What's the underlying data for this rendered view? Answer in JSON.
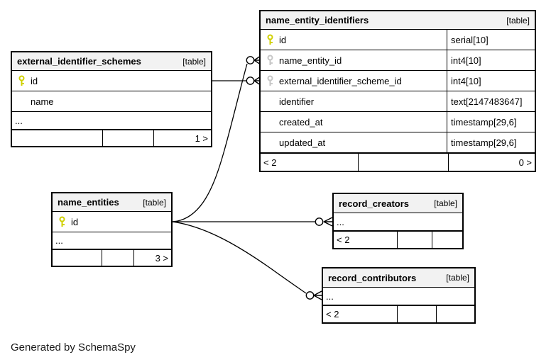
{
  "diagram": {
    "generator_note": "Generated by SchemaSpy"
  },
  "colors": {
    "primary_key": "#d0d000",
    "foreign_key": "#c6c6c6",
    "header_bg": "#f2f2f2",
    "border": "#000000",
    "line": "#000000",
    "background": "#ffffff"
  },
  "icons": {
    "primary_key": "key-icon",
    "foreign_key": "key-icon"
  },
  "tables": {
    "name_entity_identifiers": {
      "title": "name_entity_identifiers",
      "tag": "[table]",
      "rows": [
        {
          "name": "id",
          "type": "serial[10]",
          "key": "primary"
        },
        {
          "name": "name_entity_id",
          "type": "int4[10]",
          "key": "foreign"
        },
        {
          "name": "external_identifier_scheme_id",
          "type": "int4[10]",
          "key": "foreign"
        },
        {
          "name": "identifier",
          "type": "text[2147483647]",
          "key": ""
        },
        {
          "name": "created_at",
          "type": "timestamp[29,6]",
          "key": ""
        },
        {
          "name": "updated_at",
          "type": "timestamp[29,6]",
          "key": ""
        }
      ],
      "footer": {
        "left": "< 2",
        "middle": "",
        "right": "0 >"
      }
    },
    "external_identifier_schemes": {
      "title": "external_identifier_schemes",
      "tag": "[table]",
      "rows": [
        {
          "name": "id",
          "key": "primary"
        },
        {
          "name": "name",
          "key": ""
        },
        {
          "name": "...",
          "key": ""
        }
      ],
      "footer": {
        "left": "",
        "middle": "",
        "right": "1 >"
      }
    },
    "name_entities": {
      "title": "name_entities",
      "tag": "[table]",
      "rows": [
        {
          "name": "id",
          "key": "primary"
        },
        {
          "name": "...",
          "key": ""
        }
      ],
      "footer": {
        "left": "",
        "middle": "",
        "right": "3 >"
      }
    },
    "record_creators": {
      "title": "record_creators",
      "tag": "[table]",
      "rows": [
        {
          "name": "...",
          "key": ""
        }
      ],
      "footer": {
        "left": "< 2",
        "middle": "",
        "right": ""
      }
    },
    "record_contributors": {
      "title": "record_contributors",
      "tag": "[table]",
      "rows": [
        {
          "name": "...",
          "key": ""
        }
      ],
      "footer": {
        "left": "< 2",
        "middle": "",
        "right": ""
      }
    }
  }
}
